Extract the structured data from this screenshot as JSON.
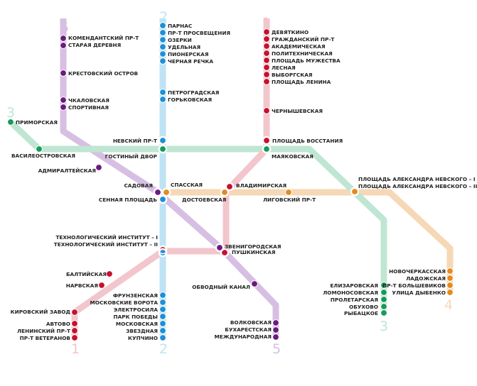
{
  "lines": {
    "l1": {
      "number": "1",
      "color": "#c8102e",
      "track_color": "#f2c6cc"
    },
    "l2": {
      "number": "2",
      "color": "#1f8fd6",
      "track_color": "#bfe3f4"
    },
    "l3": {
      "number": "3",
      "color": "#169a5a",
      "track_color": "#bfe6d3"
    },
    "l4": {
      "number": "4",
      "color": "#e58a1f",
      "track_color": "#f6d8b6"
    },
    "l5": {
      "number": "5",
      "color": "#6a1b7e",
      "track_color": "#d7bfe3"
    }
  },
  "stations": {
    "l1": [
      "ДЕВЯТКИНО",
      "ГРАЖДАНСКИЙ ПР-Т",
      "АКАДЕМИЧЕСКАЯ",
      "ПОЛИТЕХНИЧЕСКАЯ",
      "ПЛОЩАДЬ МУЖЕСТВА",
      "ЛЕСНАЯ",
      "ВЫБОРГСКАЯ",
      "ПЛОЩАДЬ ЛЕНИНА",
      "ЧЕРНЫШЕВСКАЯ",
      "ПЛОЩАДЬ ВОССТАНИЯ",
      "ВЛАДИМИРСКАЯ",
      "ПУШКИНСКАЯ",
      "ТЕХНОЛОГИЧЕСКИЙ ИНСТИТУТ – I",
      "БАЛТИЙСКАЯ",
      "НАРВСКАЯ",
      "КИРОВСКИЙ ЗАВОД",
      "АВТОВО",
      "ЛЕНИНСКИЙ ПР-Т",
      "ПР-Т ВЕТЕРАНОВ"
    ],
    "l2": [
      "ПАРНАС",
      "ПР-Т ПРОСВЕЩЕНИЯ",
      "ОЗЕРКИ",
      "УДЕЛЬНАЯ",
      "ПИОНЕРСКАЯ",
      "ЧЕРНАЯ РЕЧКА",
      "ПЕТРОГРАДСКАЯ",
      "ГОРЬКОВСКАЯ",
      "НЕВСКИЙ ПР-Т",
      "СЕННАЯ ПЛОЩАДЬ",
      "ТЕХНОЛОГИЧЕСКИЙ ИНСТИТУТ – II",
      "ФРУНЗЕНСКАЯ",
      "МОСКОВСКИЕ ВОРОТА",
      "ЭЛЕКТРОСИЛА",
      "ПАРК ПОБЕДЫ",
      "МОСКОВСКАЯ",
      "ЗВЕЗДНАЯ",
      "КУПЧИНО"
    ],
    "l3": [
      "ПРИМОРСКАЯ",
      "ВАСИЛЕОСТРОВСКАЯ",
      "ГОСТИНЫЙ ДВОР",
      "МАЯКОВСКАЯ",
      "ПЛОЩАДЬ АЛЕКСАНДРА НЕВСКОГО – I",
      "ЕЛИЗАРОВСКАЯ",
      "ЛОМОНОСОВСКАЯ",
      "ПРОЛЕТАРСКАЯ",
      "ОБУХОВО",
      "РЫБАЦКОЕ"
    ],
    "l4": [
      "СПАССКАЯ",
      "ДОСТОЕВСКАЯ",
      "ЛИГОВСКИЙ ПР-Т",
      "ПЛОЩАДЬ АЛЕКСАНДРА НЕВСКОГО – II",
      "НОВОЧЕРКАССКАЯ",
      "ЛАДОЖСКАЯ",
      "ПР-Т БОЛЬШЕВИКОВ",
      "УЛИЦА ДЫБЕНКО"
    ],
    "l5": [
      "КОМЕНДАНТСКИЙ ПР-Т",
      "СТАРАЯ ДЕРЕВНЯ",
      "КРЕСТОВСКИЙ ОСТРОВ",
      "ЧКАЛОВСКАЯ",
      "СПОРТИВНАЯ",
      "АДМИРАЛТЕЙСКАЯ",
      "САДОВАЯ",
      "ЗВЕНИГОРОДСКАЯ",
      "ОБВОДНЫЙ КАНАЛ",
      "ВОЛКОВСКАЯ",
      "БУХАРЕСТСКАЯ",
      "МЕЖДУНАРОДНАЯ"
    ]
  }
}
